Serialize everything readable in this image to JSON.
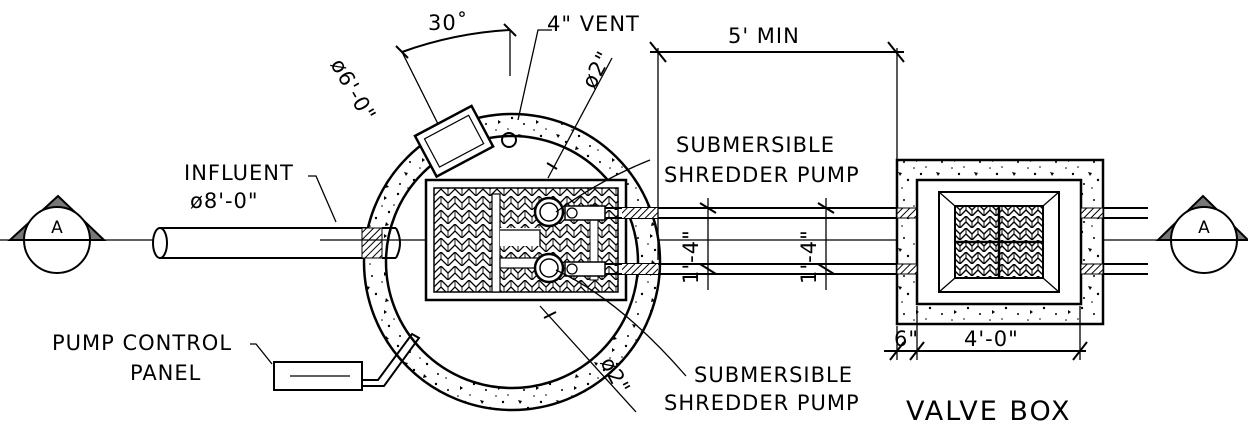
{
  "labels": {
    "angle": "30˚",
    "vent": "4\" VENT",
    "min_distance": "5' MIN",
    "wetwell_dia": "ø6'-0\"",
    "pipe_dia_top": "ø2\"",
    "pump_top_l1": "SUBMERSIBLE",
    "pump_top_l2": "SHREDDER PUMP",
    "influent_l1": "INFLUENT",
    "influent_l2": "ø8'-0\"",
    "pipe_spacing_1": "1'-4\"",
    "pipe_spacing_2": "1'-4\"",
    "control_l1": "PUMP CONTROL",
    "control_l2": "PANEL",
    "wall_thk": "6\"",
    "box_width": "4'-0\"",
    "pipe_dia_bottom": "ø2\"",
    "pump_bot_l1": "SUBMERSIBLE",
    "pump_bot_l2": "SHREDDER PUMP",
    "valve_box": "VALVE BOX",
    "section_left": "A",
    "section_right": "A"
  }
}
